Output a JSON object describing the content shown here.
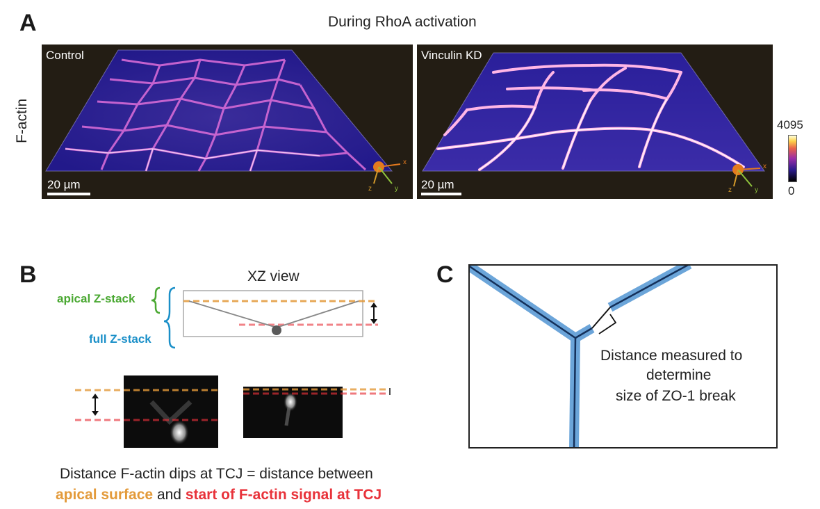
{
  "panelA": {
    "letter": "A",
    "title": "During RhoA activation",
    "row_label": "F-actin",
    "left": {
      "label": "Control",
      "scale": "20 µm"
    },
    "right": {
      "label": "Vinculin KD",
      "scale": "20 µm"
    },
    "colorbar": {
      "max": "4095",
      "min": "0"
    },
    "axis_letters": {
      "x": "x",
      "y": "y",
      "z": "z"
    }
  },
  "panelB": {
    "letter": "B",
    "xz_title": "XZ view",
    "apical_label": "apical Z-stack",
    "full_label": "full Z-stack",
    "caption_line1": "Distance F-actin dips at TCJ = distance between",
    "caption_apical": "apical surface",
    "caption_and": "and",
    "caption_start": "start of F-actin signal at TCJ"
  },
  "panelC": {
    "letter": "C",
    "line1": "Distance measured to",
    "line2": "determine",
    "line3": "size of ZO-1 break"
  },
  "colors": {
    "apical_green": "#4aa832",
    "full_blue": "#1a8fc8",
    "apical_orange": "#e39a3a",
    "signal_red": "#e8323a",
    "junction_blue": "#5b9bd5"
  }
}
